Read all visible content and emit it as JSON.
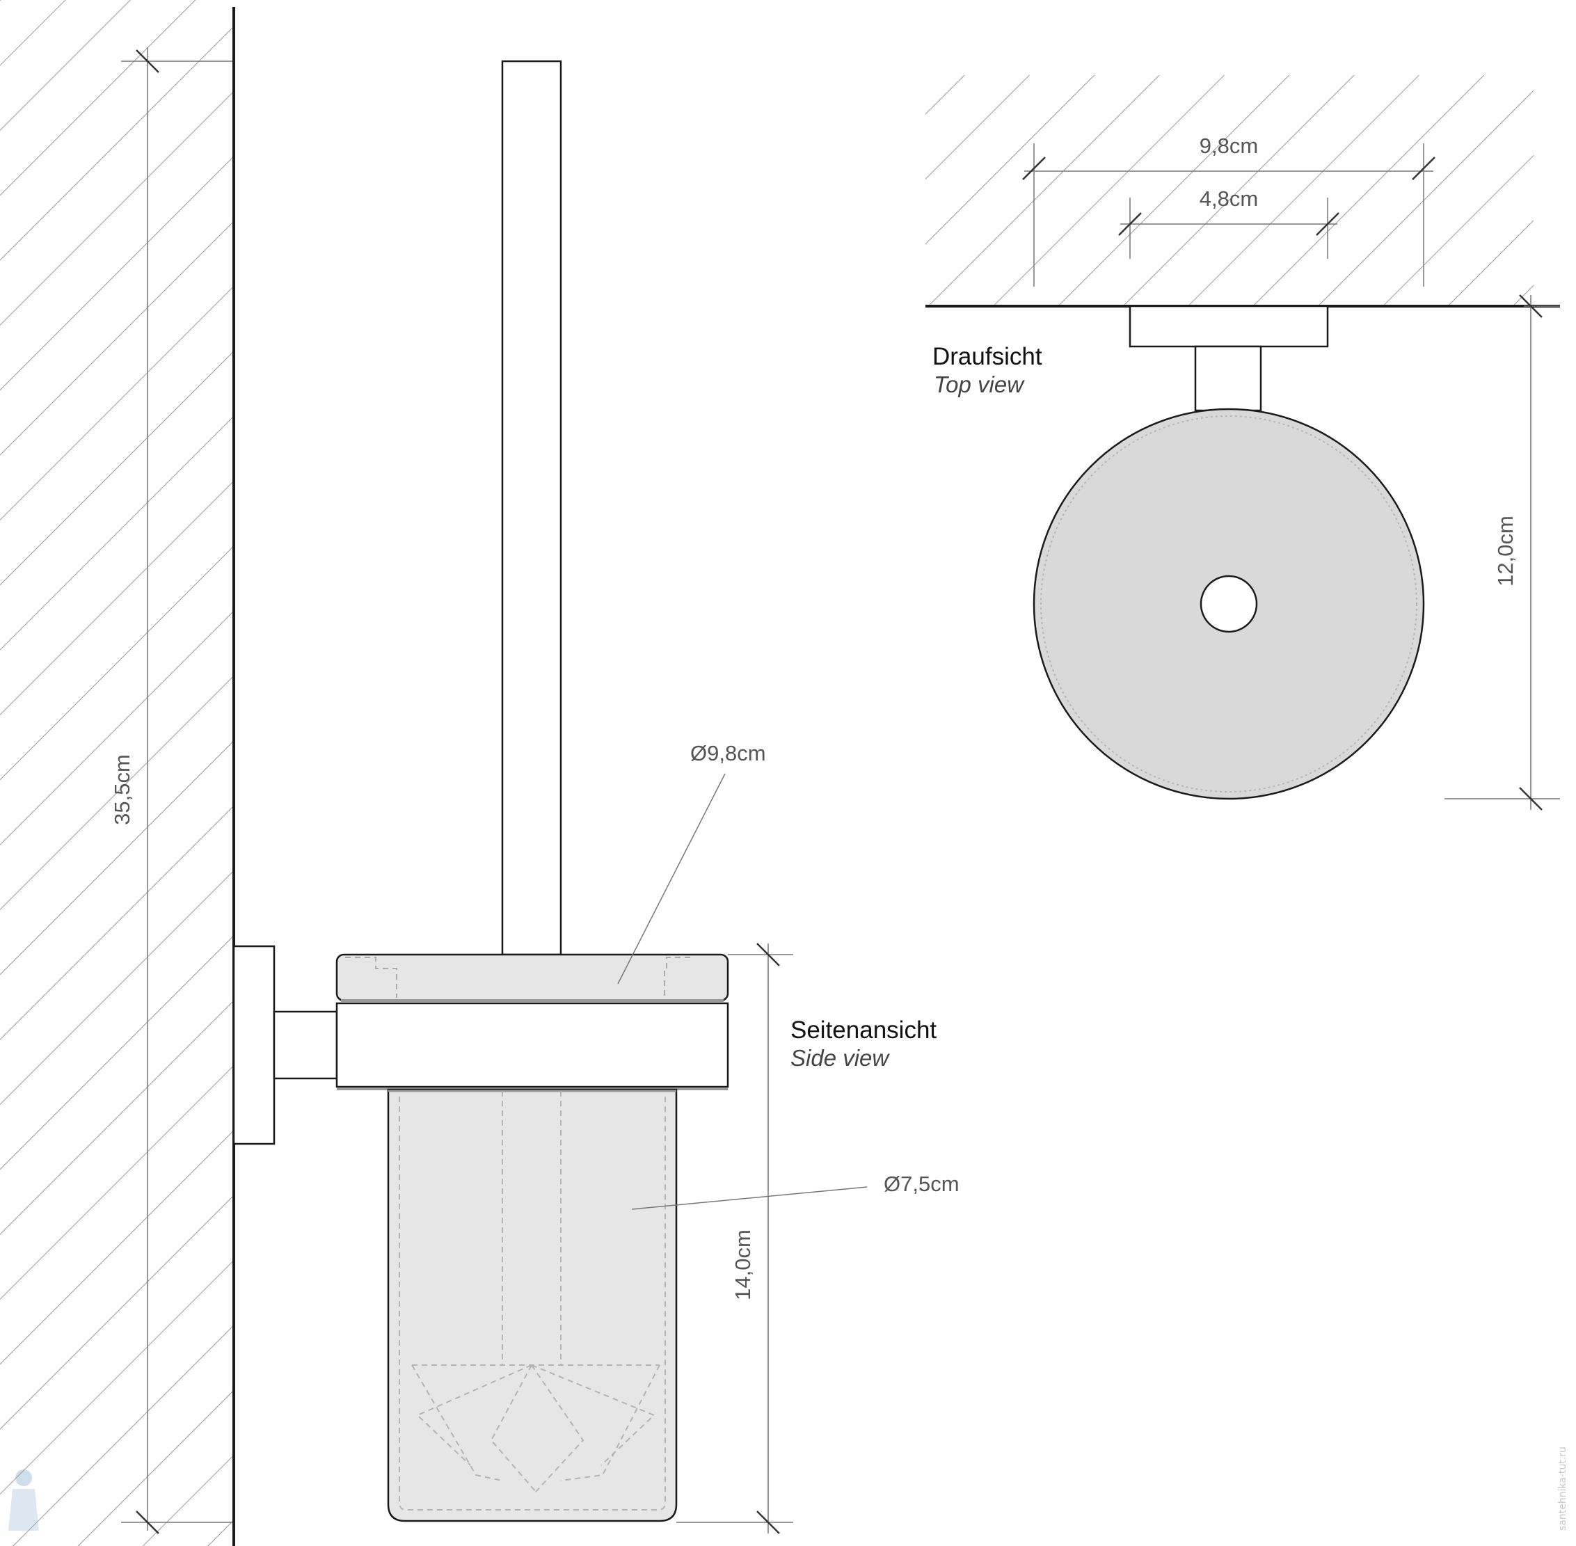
{
  "labels": {
    "side_view_de": "Seitenansicht",
    "side_view_en": "Side view",
    "top_view_de": "Draufsicht",
    "top_view_en": "Top view"
  },
  "dimensions": {
    "total_height": "35,5cm",
    "container_height": "14,0cm",
    "top_diameter": "Ø9,8cm",
    "container_diameter": "Ø7,5cm",
    "width_outer": "9,8cm",
    "width_inner": "4,8cm",
    "depth": "12,0cm"
  },
  "watermark": "santehnika-tut.ru",
  "colors": {
    "line": "#1a1a1a",
    "dim_line": "#777777",
    "hatch": "#9a9a9a",
    "glass_fill": "#e6e6e6",
    "disc_fill": "#d9d9d9"
  }
}
